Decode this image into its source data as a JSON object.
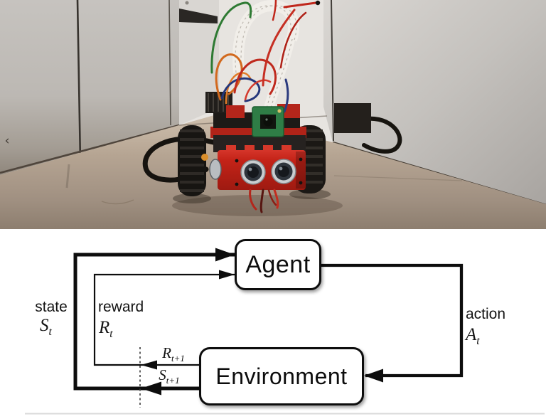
{
  "photo": {
    "alt": "Red brick-built robot car with Raspberry Pi camera, ribbon cables, jumper wires and two ultrasonic sensors, driving toward the camera in a corridor of light gray panels on a tan floor",
    "carousel_prev_glyph": "‹"
  },
  "diagram": {
    "agent_label": "Agent",
    "environment_label": "Environment",
    "labels": {
      "state_word": "state",
      "state_symbol": "S",
      "state_sub": "t",
      "reward_word": "reward",
      "reward_symbol": "R",
      "reward_sub": "t",
      "action_word": "action",
      "action_symbol": "A",
      "action_sub": "t",
      "next_reward_symbol": "R",
      "next_reward_sub": "t+1",
      "next_state_symbol": "S",
      "next_state_sub": "t+1"
    },
    "colors": {
      "line": "#0d0d0d",
      "box_fill": "#ffffff",
      "box_border": "#0d0d0d",
      "dashed_line": "#3c3c3c",
      "robot_red": "#c42318"
    }
  }
}
